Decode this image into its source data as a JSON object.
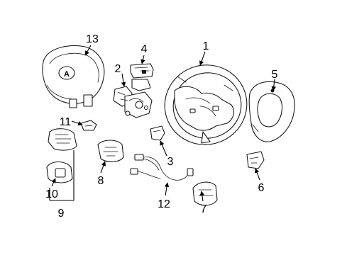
{
  "diagram": {
    "callouts": [
      {
        "id": "1",
        "label": "1"
      },
      {
        "id": "2",
        "label": "2"
      },
      {
        "id": "3",
        "label": "3"
      },
      {
        "id": "4",
        "label": "4"
      },
      {
        "id": "5",
        "label": "5"
      },
      {
        "id": "6",
        "label": "6"
      },
      {
        "id": "7",
        "label": "7"
      },
      {
        "id": "8",
        "label": "8"
      },
      {
        "id": "9",
        "label": "9"
      },
      {
        "id": "10",
        "label": "10"
      },
      {
        "id": "11",
        "label": "11"
      },
      {
        "id": "12",
        "label": "12"
      },
      {
        "id": "13",
        "label": "13"
      }
    ],
    "logo_text": "A"
  }
}
